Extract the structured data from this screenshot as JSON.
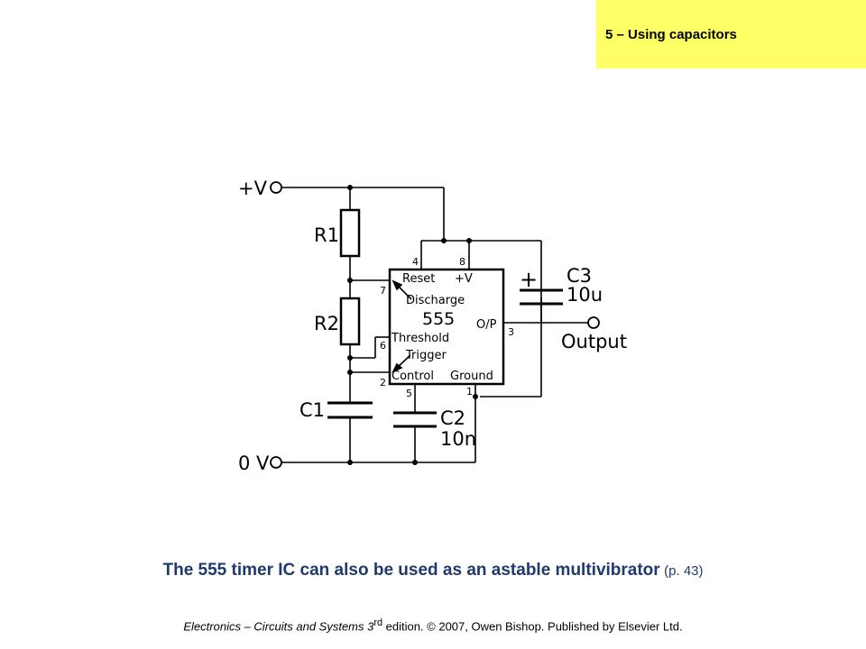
{
  "header": {
    "section_label": "5 – Using capacitors"
  },
  "colors": {
    "badge_background": "#ffff66",
    "caption": "#1f3a6b",
    "wire": "#000000"
  },
  "circuit": {
    "supply_positive": "+V",
    "supply_ground": "0 V",
    "resistors": [
      "R1",
      "R2"
    ],
    "capacitor_c1": "C1",
    "capacitor_c2": {
      "name": "C2",
      "value": "10n"
    },
    "capacitor_c3": {
      "name": "C3",
      "value": "10u",
      "polarity": "+"
    },
    "output_label": "Output",
    "ic": {
      "part": "555",
      "pins": {
        "reset": "Reset",
        "vplus": "+V",
        "discharge": "Discharge",
        "threshold": "Threshold",
        "trigger": "Trigger",
        "control": "Control",
        "ground": "Ground",
        "output": "O/P"
      },
      "pin_numbers": {
        "reset": "4",
        "vplus": "8",
        "discharge": "7",
        "threshold": "6",
        "trigger": "2",
        "control": "5",
        "ground": "1",
        "output": "3"
      }
    }
  },
  "caption": {
    "main": "The 555 timer IC can also be used as an astable multivibrator",
    "page_ref": "(p. 43)"
  },
  "footer": {
    "title": "Electronics – Circuits and Systems 3",
    "superscript": "rd",
    "rest": " edition. © 2007, Owen Bishop. Published by Elsevier Ltd."
  }
}
